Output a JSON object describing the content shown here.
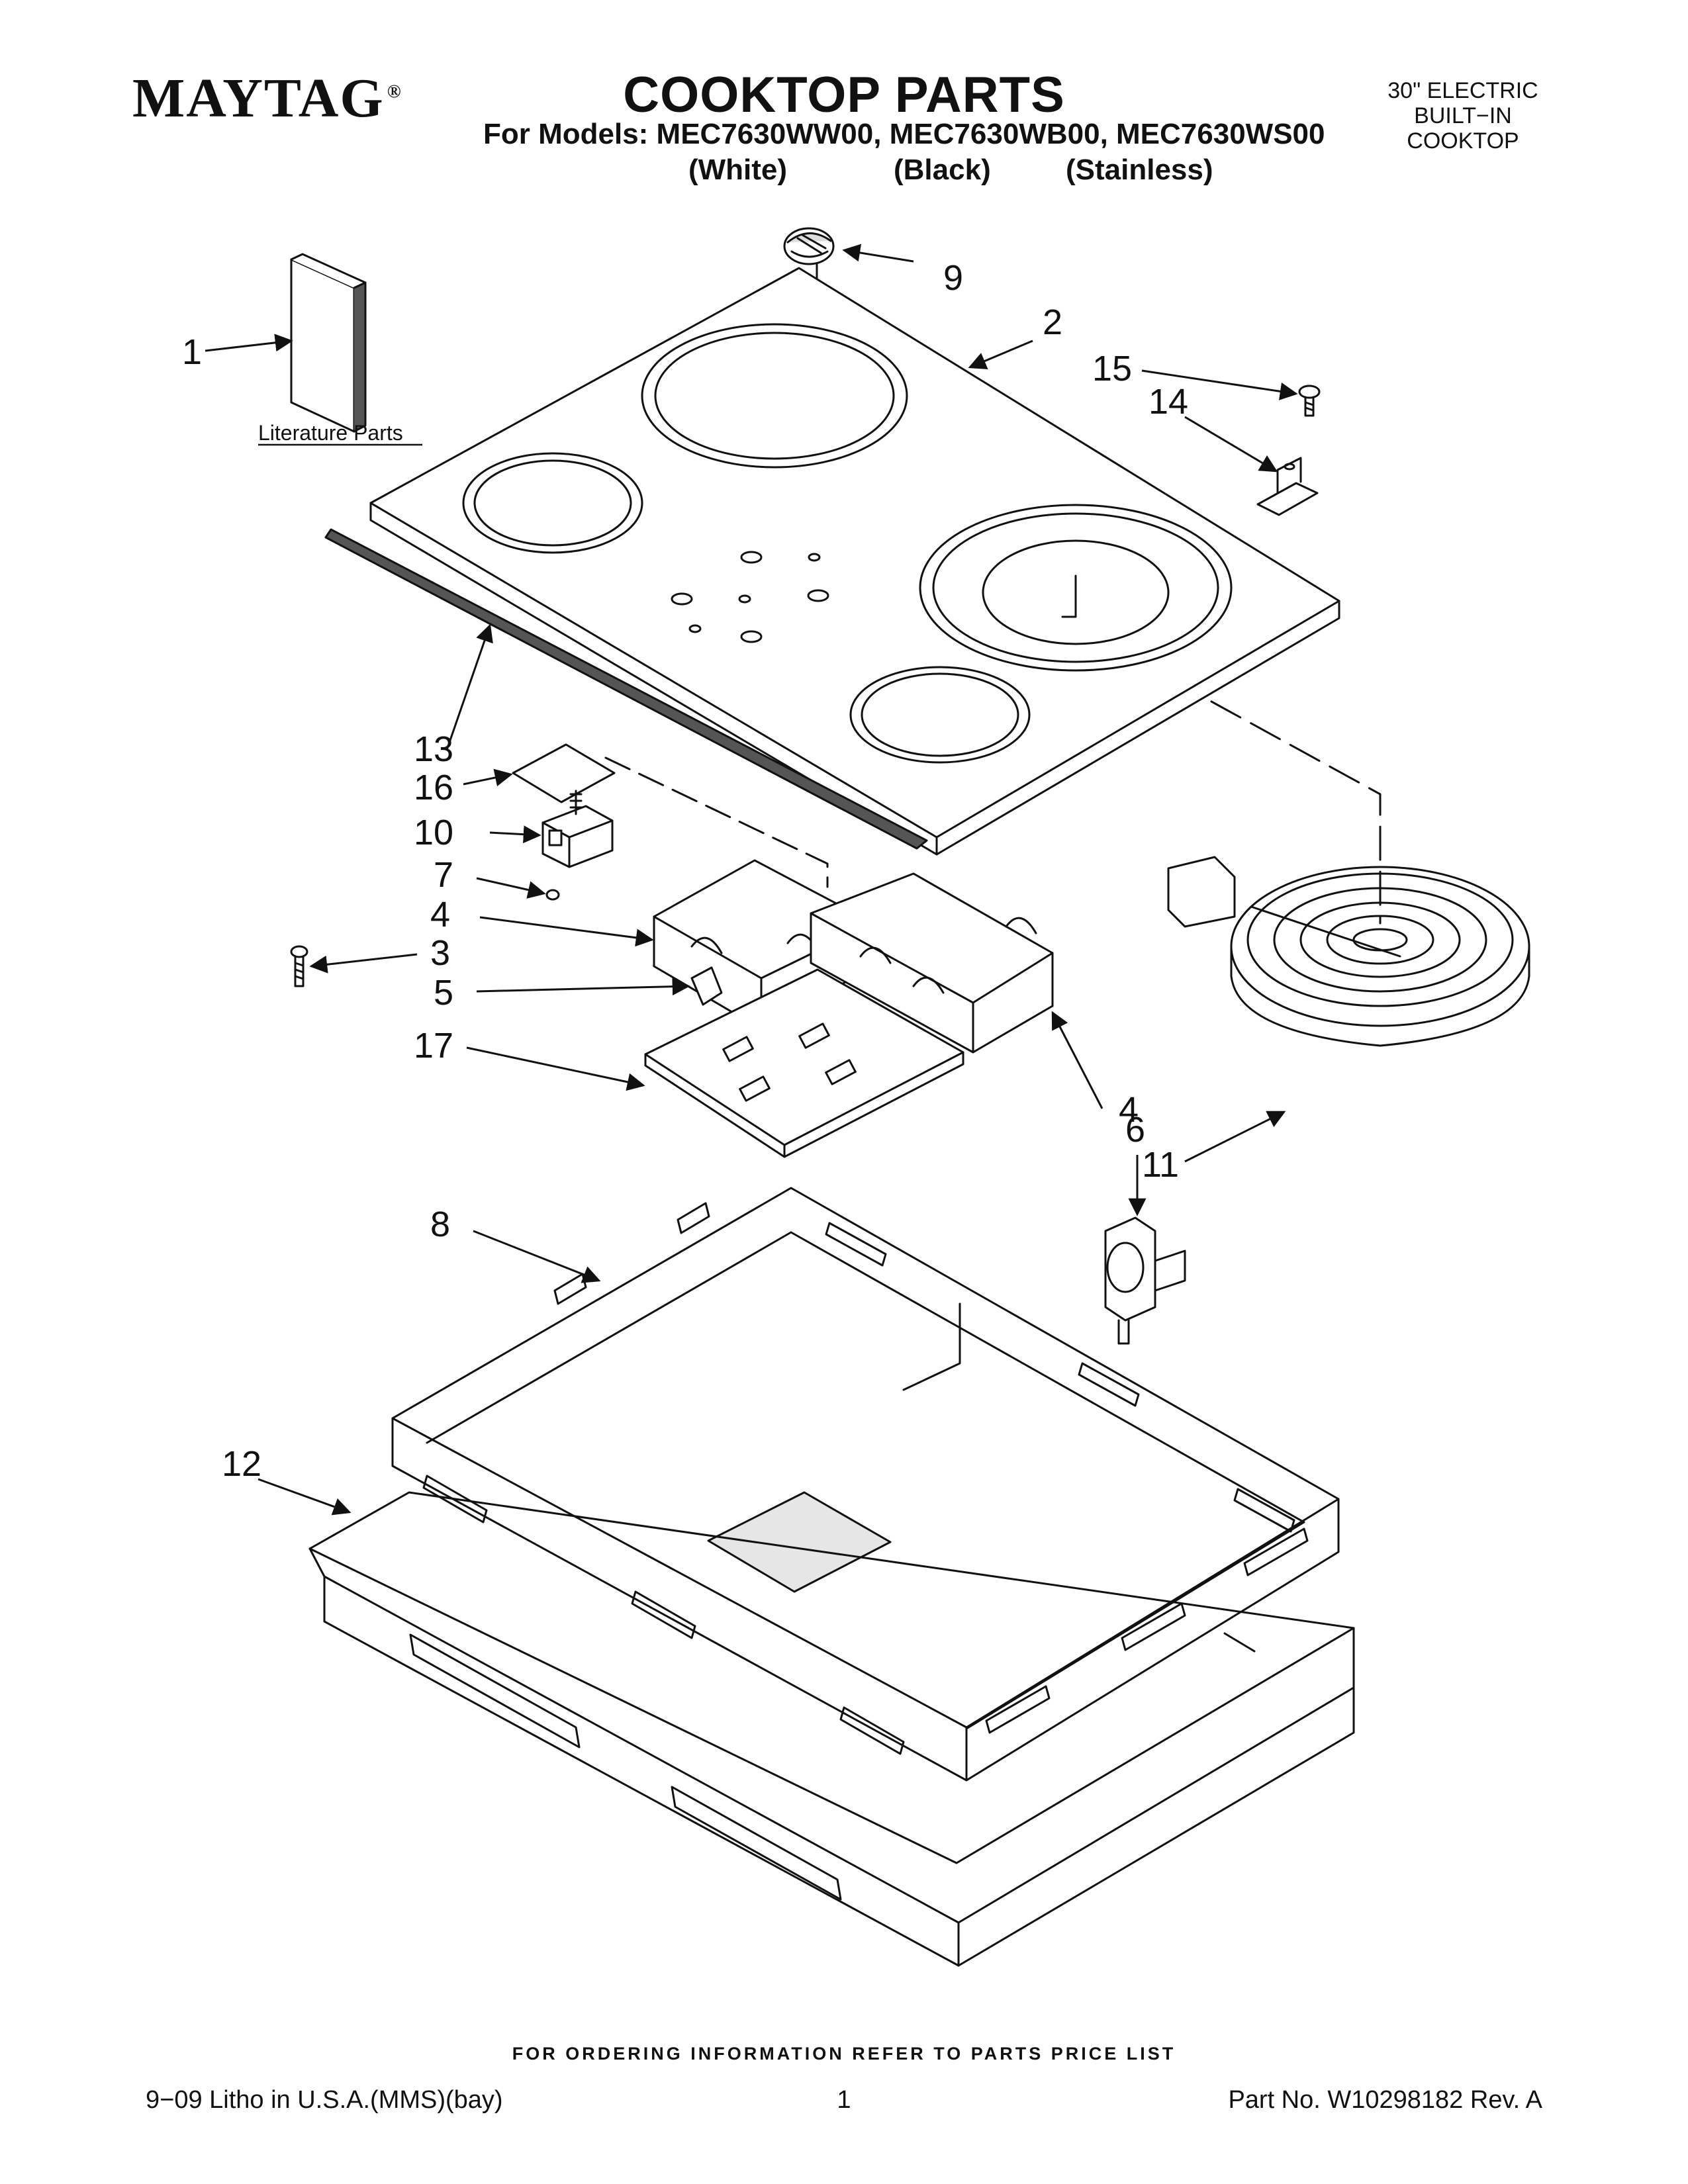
{
  "header": {
    "brand": "MAYTAG",
    "brand_mark": "®",
    "title": "COOKTOP PARTS",
    "models_line": "For Models: MEC7630WW00, MEC7630WB00, MEC7630WS00",
    "finishes": [
      "(White)",
      "(Black)",
      "(Stainless)"
    ],
    "product_type": [
      "30\" ELECTRIC",
      "BUILT−IN",
      "COOKTOP"
    ]
  },
  "diagram": {
    "literature_label": "Literature Parts",
    "callouts": [
      {
        "id": "c1",
        "label": "1"
      },
      {
        "id": "c9",
        "label": "9"
      },
      {
        "id": "c2",
        "label": "2"
      },
      {
        "id": "c15",
        "label": "15"
      },
      {
        "id": "c14",
        "label": "14"
      },
      {
        "id": "c13",
        "label": "13"
      },
      {
        "id": "c16",
        "label": "16"
      },
      {
        "id": "c10",
        "label": "10"
      },
      {
        "id": "c7",
        "label": "7"
      },
      {
        "id": "c4a",
        "label": "4"
      },
      {
        "id": "c3",
        "label": "3"
      },
      {
        "id": "c5",
        "label": "5"
      },
      {
        "id": "c17",
        "label": "17"
      },
      {
        "id": "c4b",
        "label": "4"
      },
      {
        "id": "c11",
        "label": "11"
      },
      {
        "id": "c6",
        "label": "6"
      },
      {
        "id": "c8",
        "label": "8"
      },
      {
        "id": "c12",
        "label": "12"
      }
    ]
  },
  "footer": {
    "ordering_note": "FOR ORDERING INFORMATION REFER TO PARTS PRICE LIST",
    "litho": "9−09 Litho in U.S.A.(MMS)(bay)",
    "page_number": "1",
    "part_number": "Part No. W10298182 Rev. A"
  },
  "colors": {
    "ink": "#111111",
    "paper": "#ffffff",
    "shade": "#e6e6e6"
  }
}
